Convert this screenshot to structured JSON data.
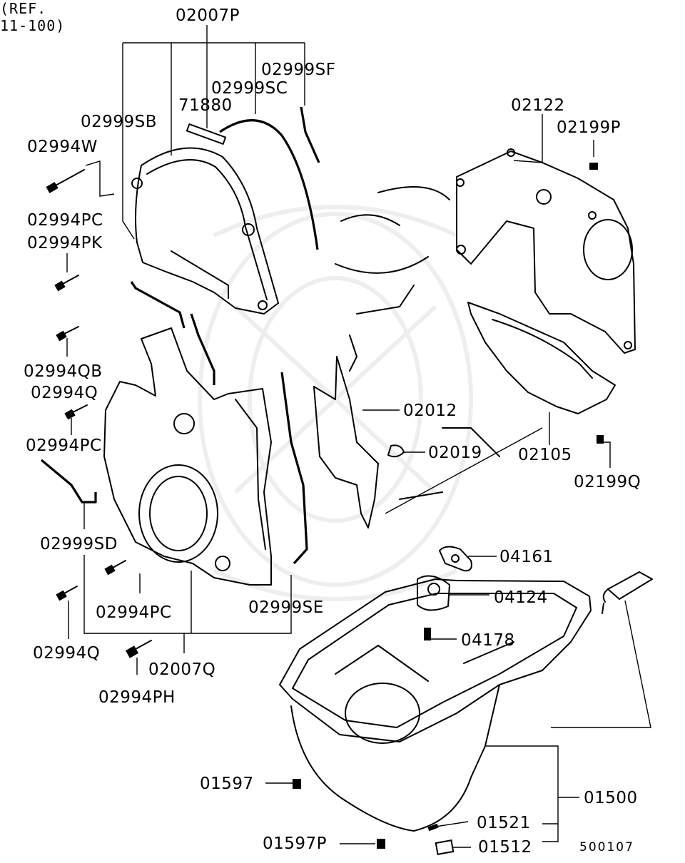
{
  "diagram": {
    "catalog_code": "500107",
    "reference": {
      "line1": "(REF.",
      "line2": "11-100)"
    },
    "labels": {
      "p02007P": "02007P",
      "p02999SF": "02999SF",
      "p02999SC": "02999SC",
      "p71880": "71880",
      "p02999SB": "02999SB",
      "p02994W": "02994W",
      "p02994PC_a": "02994PC",
      "p02994PK": "02994PK",
      "p02994QB": "02994QB",
      "p02994Q_a": "02994Q",
      "p02994PC_b": "02994PC",
      "p02999SD": "02999SD",
      "p02994PC_c": "02994PC",
      "p02994Q_b": "02994Q",
      "p02007Q": "02007Q",
      "p02994PH": "02994PH",
      "p02999SE": "02999SE",
      "p02122": "02122",
      "p02199P": "02199P",
      "p02012": "02012",
      "p02019": "02019",
      "p02105": "02105",
      "p02199Q": "02199Q",
      "p04161": "04161",
      "p04124": "04124",
      "p04178": "04178",
      "p01500": "01500",
      "p01597": "01597",
      "p01521": "01521",
      "p01597P": "01597P",
      "p01512": "01512"
    }
  }
}
